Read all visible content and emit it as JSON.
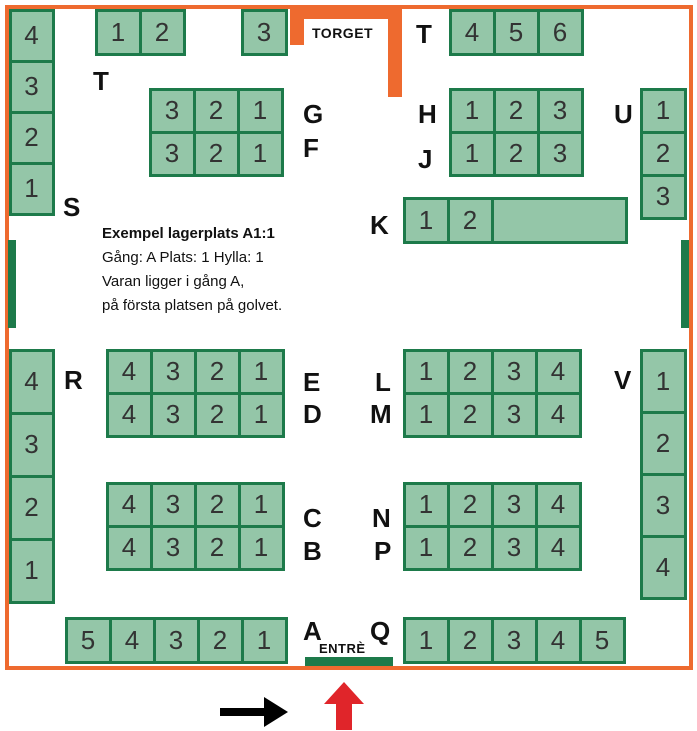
{
  "example": {
    "title": "Exempel lagerplats A1:1",
    "line1": "Gång: A Plats: 1 Hylla: 1",
    "line2": "Varan ligger i gång A,",
    "line3": "på första platsen på golvet."
  },
  "labels": {
    "torget": "TORGET",
    "entre": "ENTRÈ",
    "aisles": [
      "T",
      "T",
      "S",
      "G",
      "F",
      "H",
      "J",
      "U",
      "K",
      "R",
      "E",
      "D",
      "L",
      "M",
      "V",
      "C",
      "B",
      "N",
      "P",
      "A",
      "Q"
    ]
  },
  "blocks": {
    "left_top": [
      "4",
      "3",
      "2",
      "1"
    ],
    "top_a": [
      "1",
      "2"
    ],
    "top_b": [
      "3"
    ],
    "top_right": [
      "4",
      "5",
      "6"
    ],
    "gf": [
      [
        "3",
        "2",
        "1"
      ],
      [
        "3",
        "2",
        "1"
      ]
    ],
    "hj": [
      [
        "1",
        "2",
        "3"
      ],
      [
        "1",
        "2",
        "3"
      ]
    ],
    "u": [
      "1",
      "2",
      "3"
    ],
    "k": [
      "1",
      "2",
      ""
    ],
    "ed": [
      [
        "4",
        "3",
        "2",
        "1"
      ],
      [
        "4",
        "3",
        "2",
        "1"
      ]
    ],
    "lm": [
      [
        "1",
        "2",
        "3",
        "4"
      ],
      [
        "1",
        "2",
        "3",
        "4"
      ]
    ],
    "left_bottom": [
      "4",
      "3",
      "2",
      "1"
    ],
    "v": [
      "1",
      "2",
      "3",
      "4"
    ],
    "cb": [
      [
        "4",
        "3",
        "2",
        "1"
      ],
      [
        "4",
        "3",
        "2",
        "1"
      ]
    ],
    "np": [
      [
        "1",
        "2",
        "3",
        "4"
      ],
      [
        "1",
        "2",
        "3",
        "4"
      ]
    ],
    "bottom_a": [
      "5",
      "4",
      "3",
      "2",
      "1"
    ],
    "bottom_q": [
      "1",
      "2",
      "3",
      "4",
      "5"
    ]
  },
  "colors": {
    "wall": "#ee6a2f",
    "shelf": "#94c6a8",
    "shelf_border": "#1d7a4a",
    "arrow_red": "#e0252a",
    "arrow_black": "#000000"
  },
  "icons": {
    "entrance": "arrow-up-icon",
    "direction": "arrow-right-icon"
  }
}
